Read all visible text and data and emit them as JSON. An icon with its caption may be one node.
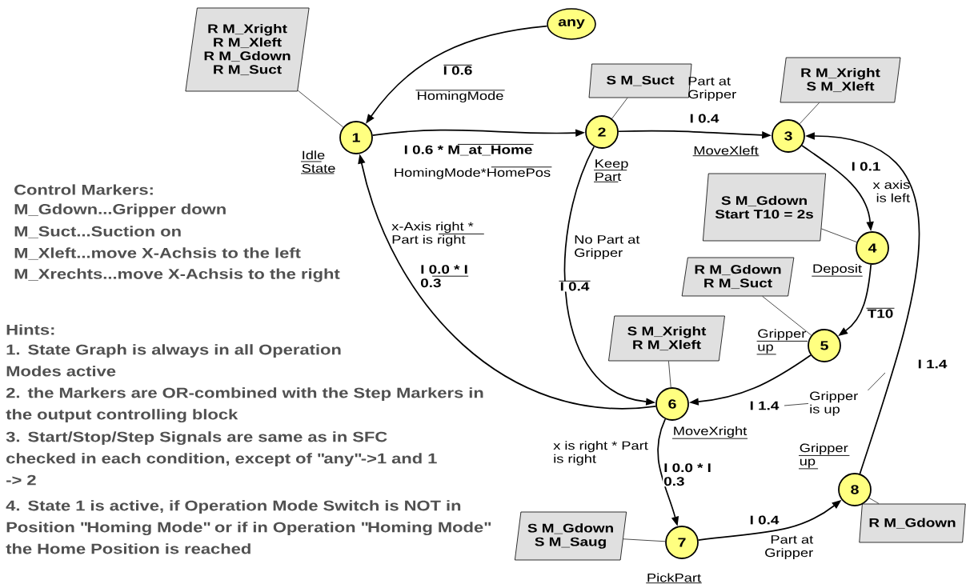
{
  "diagram": {
    "nodes": [
      {
        "text": [
          "any"
        ]
      },
      {
        "text": [
          "R M_Xright",
          "R M_Xleft",
          "R M_Gdown",
          "R M_Suct"
        ]
      },
      {
        "text": [
          "1"
        ],
        "beside": [
          "Idle State"
        ]
      },
      {
        "text": [
          "S M_Suct"
        ]
      },
      {
        "text": [
          "2"
        ],
        "beside": [
          "Keep Part"
        ]
      },
      {
        "text": [
          "R M_Xright",
          "S M_Xleft"
        ]
      },
      {
        "text": [
          "3"
        ],
        "beside": [
          "MoveXleft"
        ]
      },
      {
        "text": [
          "S M_Gdown",
          "Start T10 = 2s"
        ]
      },
      {
        "text": [
          "4"
        ],
        "beside": [
          "Deposit"
        ]
      },
      {
        "text": [
          "R M_Gdown",
          "R M_Suct"
        ]
      },
      {
        "text": [
          "5"
        ],
        "beside": [
          "Gripper up"
        ]
      },
      {
        "text": [
          "S M_Xright",
          "R M_Xleft"
        ]
      },
      {
        "text": [
          "6"
        ],
        "beside": [
          "MoveXright"
        ]
      },
      {
        "text": [
          "S M_Gdown",
          "S M_Saug"
        ]
      },
      {
        "text": [
          "7"
        ],
        "beside": [
          "PickPart"
        ]
      },
      {
        "text": [
          "R M_Gdown"
        ]
      },
      {
        "text": [
          "8"
        ],
        "beside": [
          "Gripper up"
        ]
      },
      {
        "text": [
          "Gripper is up"
        ]
      }
    ],
    "edges": [
      {
        "from": 0,
        "to": 2,
        "arrow": "to",
        "label": "I 0.6"
      },
      {
        "from": 2,
        "to": 4,
        "arrow": "to",
        "label": "I 0.6 * M_at_Home"
      },
      {
        "from": 4,
        "to": 6,
        "arrow": "to",
        "label": "I 0.4"
      },
      {
        "from": 6,
        "to": 8,
        "arrow": "to",
        "label": "I 0.1"
      },
      {
        "from": 8,
        "to": 10,
        "arrow": "to",
        "label": "T10"
      },
      {
        "from": 10,
        "to": 12,
        "arrow": "to",
        "label": "I 1.4"
      },
      {
        "from": 12,
        "to": 2,
        "arrow": "to",
        "label": "I 0.0 * I 0.3"
      },
      {
        "from": 4,
        "to": 12,
        "arrow": "to",
        "label": "I 0.4"
      },
      {
        "from": 12,
        "to": 14,
        "arrow": "to",
        "label": "I 0.0 * I 0.3"
      },
      {
        "from": 14,
        "to": 16,
        "arrow": "to",
        "label": "I 0.4"
      },
      {
        "from": 16,
        "to": 6,
        "arrow": "to",
        "label": "I 1.4"
      },
      {
        "from": 1,
        "to": 2,
        "arrow": "none"
      },
      {
        "from": 3,
        "to": 4,
        "arrow": "none"
      },
      {
        "from": 5,
        "to": 6,
        "arrow": "none"
      },
      {
        "from": 7,
        "to": 8,
        "arrow": "none"
      },
      {
        "from": 9,
        "to": 10,
        "arrow": "none"
      },
      {
        "from": 11,
        "to": 12,
        "arrow": "none"
      },
      {
        "from": 13,
        "to": 14,
        "arrow": "none"
      },
      {
        "from": 15,
        "to": 16,
        "arrow": "none"
      },
      {
        "from": 17,
        "to": null,
        "arrow": "none"
      },
      {
        "from": 17,
        "to": null,
        "arrow": "none"
      }
    ],
    "labels": [
      "HomingMode",
      "HomingMode*HomePos",
      "Part at Gripper",
      "x axis is left",
      "x-Axis right * Part is right",
      "No Part at Gripper",
      "Control Markers:",
      "M_Gdown...Gripper down",
      "M_Suct...Suction on",
      "M_Xleft...move X-Achsis to the left",
      "M_Xrechts...move X-Achsis to the right",
      "Hints:",
      "1. State Graph is always in all Operation Modes active",
      "2. the Markers are OR-combined with the Step Markers in the output controlling block",
      "3. Start/Stop/Step Signals are same as in SFC checked in each condition, except of \"any\"->1 and 1 -> 2",
      "4. State 1 is active, if Operation Mode Switch is NOT in Position \"Homing Mode\" or if in Operation \"Homing Mode\" the Home Position is reached",
      "x is right * Part is right",
      "Part at Gripper"
    ]
  }
}
